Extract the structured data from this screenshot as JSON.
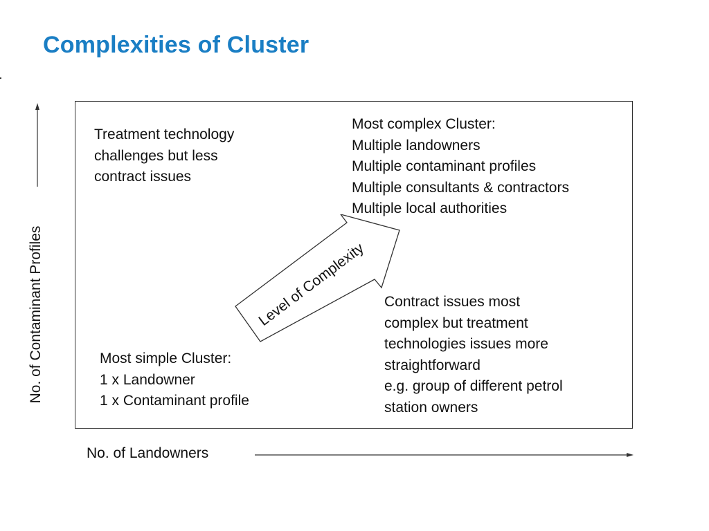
{
  "title": "Complexities of Cluster",
  "axes": {
    "y_label": "No. of Contaminant Profiles",
    "x_label": "No. of Landowners"
  },
  "arrow": {
    "label": "Level of Complexity"
  },
  "quadrants": {
    "top_left": {
      "lines": [
        "Treatment technology",
        "challenges but less",
        "contract issues"
      ]
    },
    "top_right": {
      "lines": [
        "Most complex Cluster:",
        "Multiple landowners",
        "Multiple contaminant profiles",
        "Multiple consultants & contractors",
        "Multiple local authorities"
      ]
    },
    "bottom_left": {
      "lines": [
        "Most simple Cluster:",
        "1 x Landowner",
        "1 x Contaminant profile"
      ]
    },
    "bottom_right": {
      "lines": [
        "Contract issues most",
        "complex but treatment",
        "technologies issues more",
        "straightforward",
        "e.g. group of different petrol",
        "station owners"
      ]
    }
  },
  "colors": {
    "title": "#1a7ec4",
    "text": "#111111",
    "lines": "#333333"
  }
}
